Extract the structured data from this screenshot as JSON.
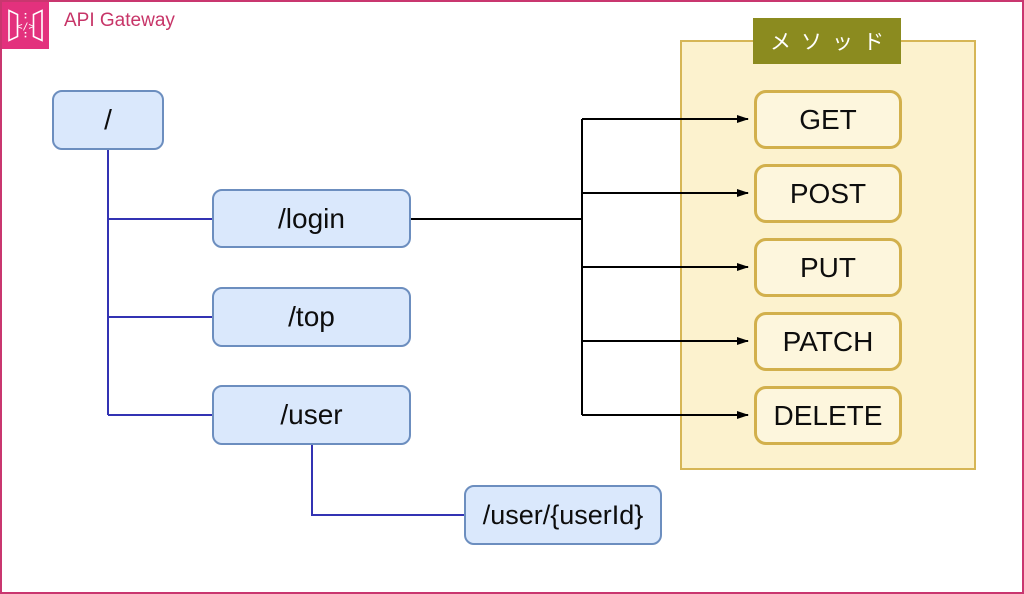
{
  "brand": {
    "title": "API Gateway",
    "icon_code": "</>"
  },
  "tree": {
    "nodes": [
      {
        "label": "/"
      },
      {
        "label": "/login"
      },
      {
        "label": "/top"
      },
      {
        "label": "/user"
      },
      {
        "label": "/user/{userId}"
      }
    ]
  },
  "methods": {
    "title": "メソッド",
    "items": [
      {
        "label": "GET"
      },
      {
        "label": "POST"
      },
      {
        "label": "PUT"
      },
      {
        "label": "PATCH"
      },
      {
        "label": "DELETE"
      }
    ]
  },
  "colors": {
    "brand_pink": "#c9366f",
    "icon_pink": "#e3317d",
    "node_fill": "#dae8fc",
    "node_border": "#6c8ebf",
    "tree_line": "#3333b3",
    "connector_black": "#000000",
    "panel_fill": "#fcf2ce",
    "panel_border": "#d6b656",
    "button_fill": "#fdf6dd",
    "button_border": "#d2b04c",
    "header_olive": "#8b8b1f"
  }
}
